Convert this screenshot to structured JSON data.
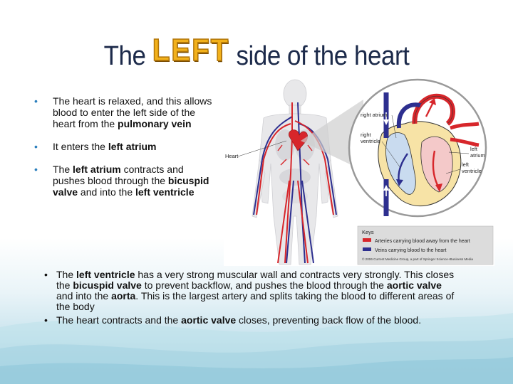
{
  "title": {
    "prefix": "The",
    "emphasis": "LEFT",
    "suffix": "side of the heart"
  },
  "bullets_top": [
    {
      "t1": "The heart is relaxed, and this allows blood to enter the left side of the heart from the ",
      "b1": "pulmonary vein"
    },
    {
      "t1": "It enters the ",
      "b1": "left atrium"
    },
    {
      "t1": "The ",
      "b1": "left atrium",
      "t2": " contracts and pushes blood through the ",
      "b2": "bicuspid valve",
      "t3": " and into the ",
      "b3": "left ventricle"
    }
  ],
  "bullets_bottom": [
    {
      "t1": "The ",
      "b1": "left ventricle",
      "t2": " has a very strong muscular wall and contracts very strongly. This closes the ",
      "b2": "bicuspid valve",
      "t3": " to prevent backflow, and pushes the blood through the ",
      "b3": "aortic valve",
      "t4": " and into the ",
      "b4": "aorta",
      "t5": ". This is the largest artery and splits taking the blood to different areas of the body"
    },
    {
      "t1": "The heart contracts and the ",
      "b1": "aortic valve",
      "t2": " closes, preventing back flow of the blood."
    }
  ],
  "figure": {
    "labels": {
      "heart": "Heart",
      "right_atrium": "right atrium",
      "right_ventricle_1": "right",
      "right_ventricle_2": "ventricle",
      "left_atrium_1": "left",
      "left_atrium_2": "atrium",
      "left_ventricle_1": "left",
      "left_ventricle_2": "ventricle"
    },
    "keys": {
      "title": "Keys",
      "arteries": "Arteries carrying blood away from the heart",
      "veins": "Veins carrying blood to the heart",
      "copyright": "© 2006 Current Medicine Group, a part of Springer Science+Business Media"
    },
    "colors": {
      "artery": "#d7262b",
      "vein": "#2d2f8f",
      "heart_right": "#c9dbef",
      "heart_left": "#f4c9c9",
      "heart_wall": "#f7e3a6"
    }
  }
}
